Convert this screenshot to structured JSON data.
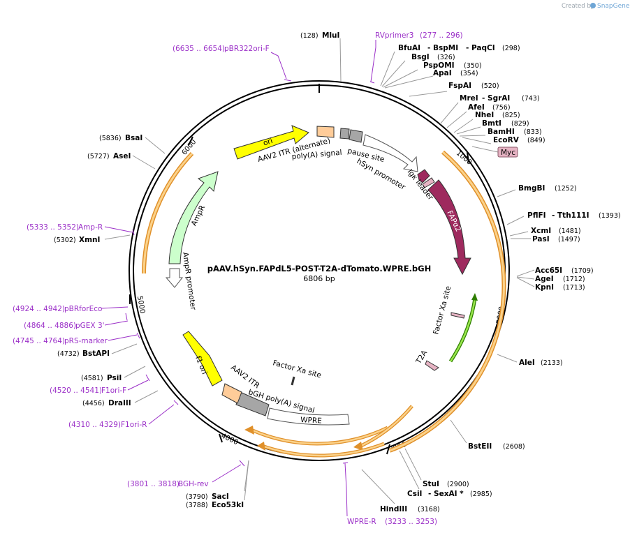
{
  "watermark": {
    "created_by": "Created by",
    "brand": "SnapGene"
  },
  "map": {
    "name": "pAAV.hSyn.FAPdL5-POST-T2A-dTomato.WPRE.bGH",
    "length": "6806 bp",
    "ticks": [
      "1000",
      "2000",
      "3000",
      "4000",
      "5000",
      "6000"
    ]
  },
  "colors": {
    "ori": "#ffff00",
    "ampr": "#ccffcc",
    "fapa2": "#9e2a5e",
    "itr": "#ffcc99",
    "polyA": "#a6a6a6",
    "tag": "#e6b3c3",
    "orange": "#f5a623",
    "green": "#66cc00",
    "primer": "#9b30c8"
  },
  "features": {
    "ori": "ori",
    "ampr": "AmpR",
    "ampr_promoter": "AmpR promoter",
    "f1_ori": "f1 ori",
    "fapa2": "FAPα2",
    "igk": "Igκ leader",
    "myc": "Myc",
    "factor_xa_1": "Factor Xa site",
    "factor_xa_2": "Factor Xa site",
    "t2a": "T2A",
    "wpre": "WPRE",
    "bgh": "bGH poly(A) signal",
    "itr_bottom": "AAV2 ITR",
    "itr_top": "AAV2 ITR (alternate)",
    "polyA_signal": "poly(A) signal",
    "pause_site": "pause site",
    "hsyn": "hSyn promoter"
  },
  "enzymes": [
    {
      "name": "MluI",
      "pos": "(128)"
    },
    {
      "name": "BfuAI",
      "name2": "BspMI",
      "name3": "PaqCI",
      "pos": "(298)"
    },
    {
      "name": "BsgI",
      "pos": "(326)"
    },
    {
      "name": "PspOMI",
      "pos": "(350)"
    },
    {
      "name": "ApaI",
      "pos": "(354)"
    },
    {
      "name": "FspAI",
      "pos": "(520)"
    },
    {
      "name": "MreI",
      "name2": "SgrAI",
      "pos": "(743)"
    },
    {
      "name": "AfeI",
      "pos": "(756)"
    },
    {
      "name": "NheI",
      "pos": "(825)"
    },
    {
      "name": "BmtI",
      "pos": "(829)"
    },
    {
      "name": "BamHI",
      "pos": "(833)"
    },
    {
      "name": "EcoRV",
      "pos": "(849)"
    },
    {
      "name": "BmgBI",
      "pos": "(1252)"
    },
    {
      "name": "PflFI",
      "name2": "Tth111I",
      "pos": "(1393)"
    },
    {
      "name": "XcmI",
      "pos": "(1481)"
    },
    {
      "name": "PasI",
      "pos": "(1497)"
    },
    {
      "name": "Acc65I",
      "pos": "(1709)"
    },
    {
      "name": "AgeI",
      "pos": "(1712)"
    },
    {
      "name": "KpnI",
      "pos": "(1713)"
    },
    {
      "name": "AleI",
      "pos": "(2133)"
    },
    {
      "name": "BstEII",
      "pos": "(2608)"
    },
    {
      "name": "StuI",
      "pos": "(2900)"
    },
    {
      "name": "CsiI",
      "name2": "SexAI *",
      "pos": "(2985)"
    },
    {
      "name": "HindIII",
      "pos": "(3168)"
    },
    {
      "name": "SacI",
      "pos": "(3790)"
    },
    {
      "name": "Eco53kI",
      "pos": "(3788)"
    },
    {
      "name": "DraIII",
      "pos": "(4456)"
    },
    {
      "name": "PsiI",
      "pos": "(4581)"
    },
    {
      "name": "BstAPI",
      "pos": "(4732)"
    },
    {
      "name": "XmnI",
      "pos": "(5302)"
    },
    {
      "name": "AseI",
      "pos": "(5727)"
    },
    {
      "name": "BsaI",
      "pos": "(5836)"
    }
  ],
  "primers": [
    {
      "name": "RVprimer3",
      "pos": "(277 .. 296)"
    },
    {
      "name": "pBR322ori-F",
      "pos": "(6635 .. 6654)"
    },
    {
      "name": "Amp-R",
      "pos": "(5333 .. 5352)"
    },
    {
      "name": "pBRforEco",
      "pos": "(4924 .. 4942)"
    },
    {
      "name": "pGEX 3'",
      "pos": "(4864 .. 4886)"
    },
    {
      "name": "pRS-marker",
      "pos": "(4745 .. 4764)"
    },
    {
      "name": "F1ori-F",
      "pos": "(4520 .. 4541)"
    },
    {
      "name": "F1ori-R",
      "pos": "(4310 .. 4329)"
    },
    {
      "name": "BGH-rev",
      "pos": "(3801 .. 3818)"
    },
    {
      "name": "WPRE-R",
      "pos": "(3233 .. 3253)"
    }
  ]
}
